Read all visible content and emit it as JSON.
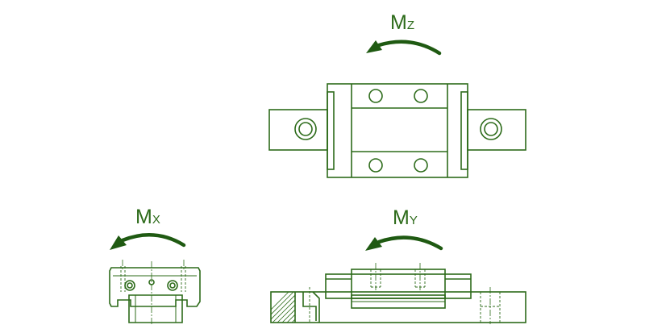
{
  "colors": {
    "line": "#2d6b1a",
    "arrow": "#1f5a12",
    "label": "#2d6b1a",
    "background": "#ffffff"
  },
  "moments": {
    "mz": {
      "main": "M",
      "sub": "Z"
    },
    "mx": {
      "main": "M",
      "sub": "X"
    },
    "my": {
      "main": "M",
      "sub": "Y"
    }
  }
}
